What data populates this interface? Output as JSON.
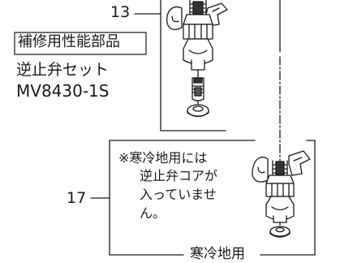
{
  "callouts": {
    "upper": "13",
    "lower": "17"
  },
  "repair_badge": "補修用性能部品",
  "part_set": {
    "name": "逆止弁セット",
    "code": "MV8430-1S"
  },
  "cold_region_note": [
    "※寒冷地用には",
    "逆止弁コアが",
    "入っていませ",
    "ん。"
  ],
  "cold_region_caption": "寒冷地用"
}
